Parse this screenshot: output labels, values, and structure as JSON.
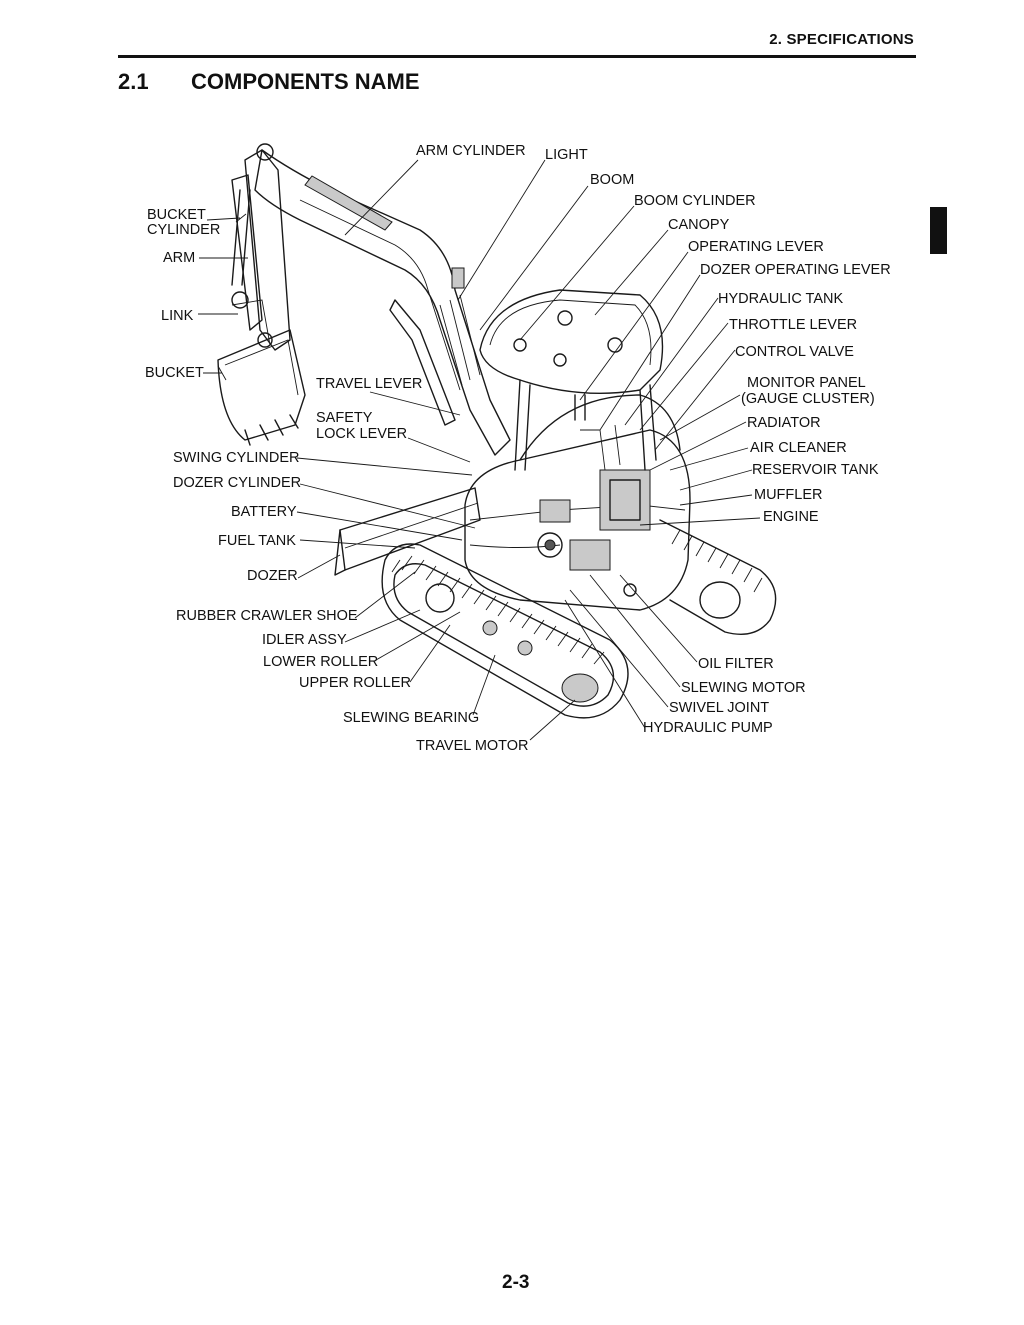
{
  "header": {
    "section": "2. SPECIFICATIONS"
  },
  "section": {
    "number": "2.1",
    "title": "COMPONENTS NAME"
  },
  "labels": {
    "arm_cylinder": "ARM CYLINDER",
    "light": "LIGHT",
    "boom": "BOOM",
    "boom_cylinder": "BOOM CYLINDER",
    "canopy": "CANOPY",
    "operating_lever": "OPERATING LEVER",
    "dozer_operating_lever": "DOZER OPERATING LEVER",
    "hydraulic_tank": "HYDRAULIC TANK",
    "throttle_lever": "THROTTLE LEVER",
    "control_valve": "CONTROL VALVE",
    "monitor_panel_1": "MONITOR PANEL",
    "monitor_panel_2": "(GAUGE CLUSTER)",
    "radiator": "RADIATOR",
    "air_cleaner": "AIR CLEANER",
    "reservoir_tank": "RESERVOIR TANK",
    "muffler": "MUFFLER",
    "engine": "ENGINE",
    "bucket_cylinder_1": "BUCKET",
    "bucket_cylinder_2": "CYLINDER",
    "arm": "ARM",
    "link": "LINK",
    "bucket": "BUCKET",
    "travel_lever": "TRAVEL LEVER",
    "safety_lock_lever_1": "SAFETY",
    "safety_lock_lever_2": "LOCK LEVER",
    "swing_cylinder": "SWING CYLINDER",
    "dozer_cylinder": "DOZER CYLINDER",
    "battery": "BATTERY",
    "fuel_tank": "FUEL TANK",
    "dozer": "DOZER",
    "rubber_crawler_shoe": "RUBBER CRAWLER SHOE",
    "idler_assy": "IDLER ASSY",
    "lower_roller": "LOWER ROLLER",
    "upper_roller": "UPPER ROLLER",
    "slewing_bearing": "SLEWING BEARING",
    "travel_motor": "TRAVEL MOTOR",
    "oil_filter": "OIL FILTER",
    "slewing_motor": "SLEWING MOTOR",
    "swivel_joint": "SWIVEL JOINT",
    "hydraulic_pump": "HYDRAULIC PUMP"
  },
  "footer": {
    "page_number": "2-3"
  }
}
